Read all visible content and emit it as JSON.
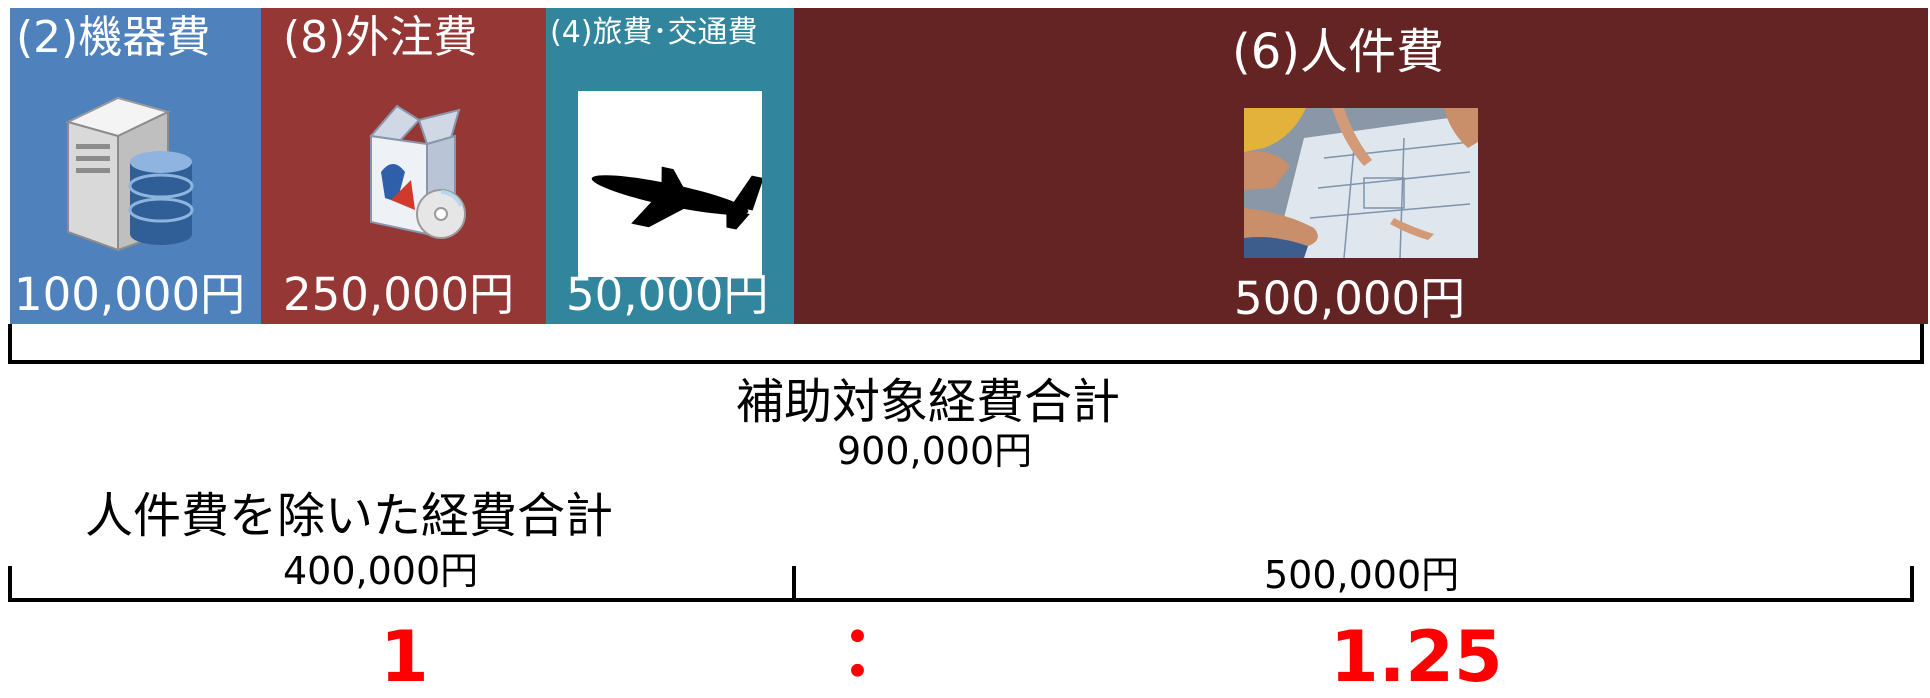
{
  "blocks": {
    "equipment": {
      "label": "(2)機器費",
      "amount": "100,000円",
      "color": "#4f81bd"
    },
    "outsourcing": {
      "label": "(8)外注費",
      "amount": "250,000円",
      "color": "#953735"
    },
    "travel": {
      "label": "(4)旅費･交通費",
      "amount": "50,000円",
      "color": "#31859c"
    },
    "labor": {
      "label": "(6)人件費",
      "amount": "500,000円",
      "color": "#632423"
    }
  },
  "totals": {
    "subsidy_label": "補助対象経費合計",
    "subsidy_amount": "900,000円",
    "non_labor_label": "人件費を除いた経費合計",
    "non_labor_amount": "400,000円",
    "labor_amount": "500,000円"
  },
  "ratio": {
    "left": "1",
    "separator": "：",
    "right": "1.25",
    "color": "#ff0000"
  },
  "icons": {
    "equipment": "server-database-icon",
    "outsourcing": "software-package-icon",
    "travel": "airplane-icon",
    "labor": "people-reviewing-blueprints-photo"
  }
}
